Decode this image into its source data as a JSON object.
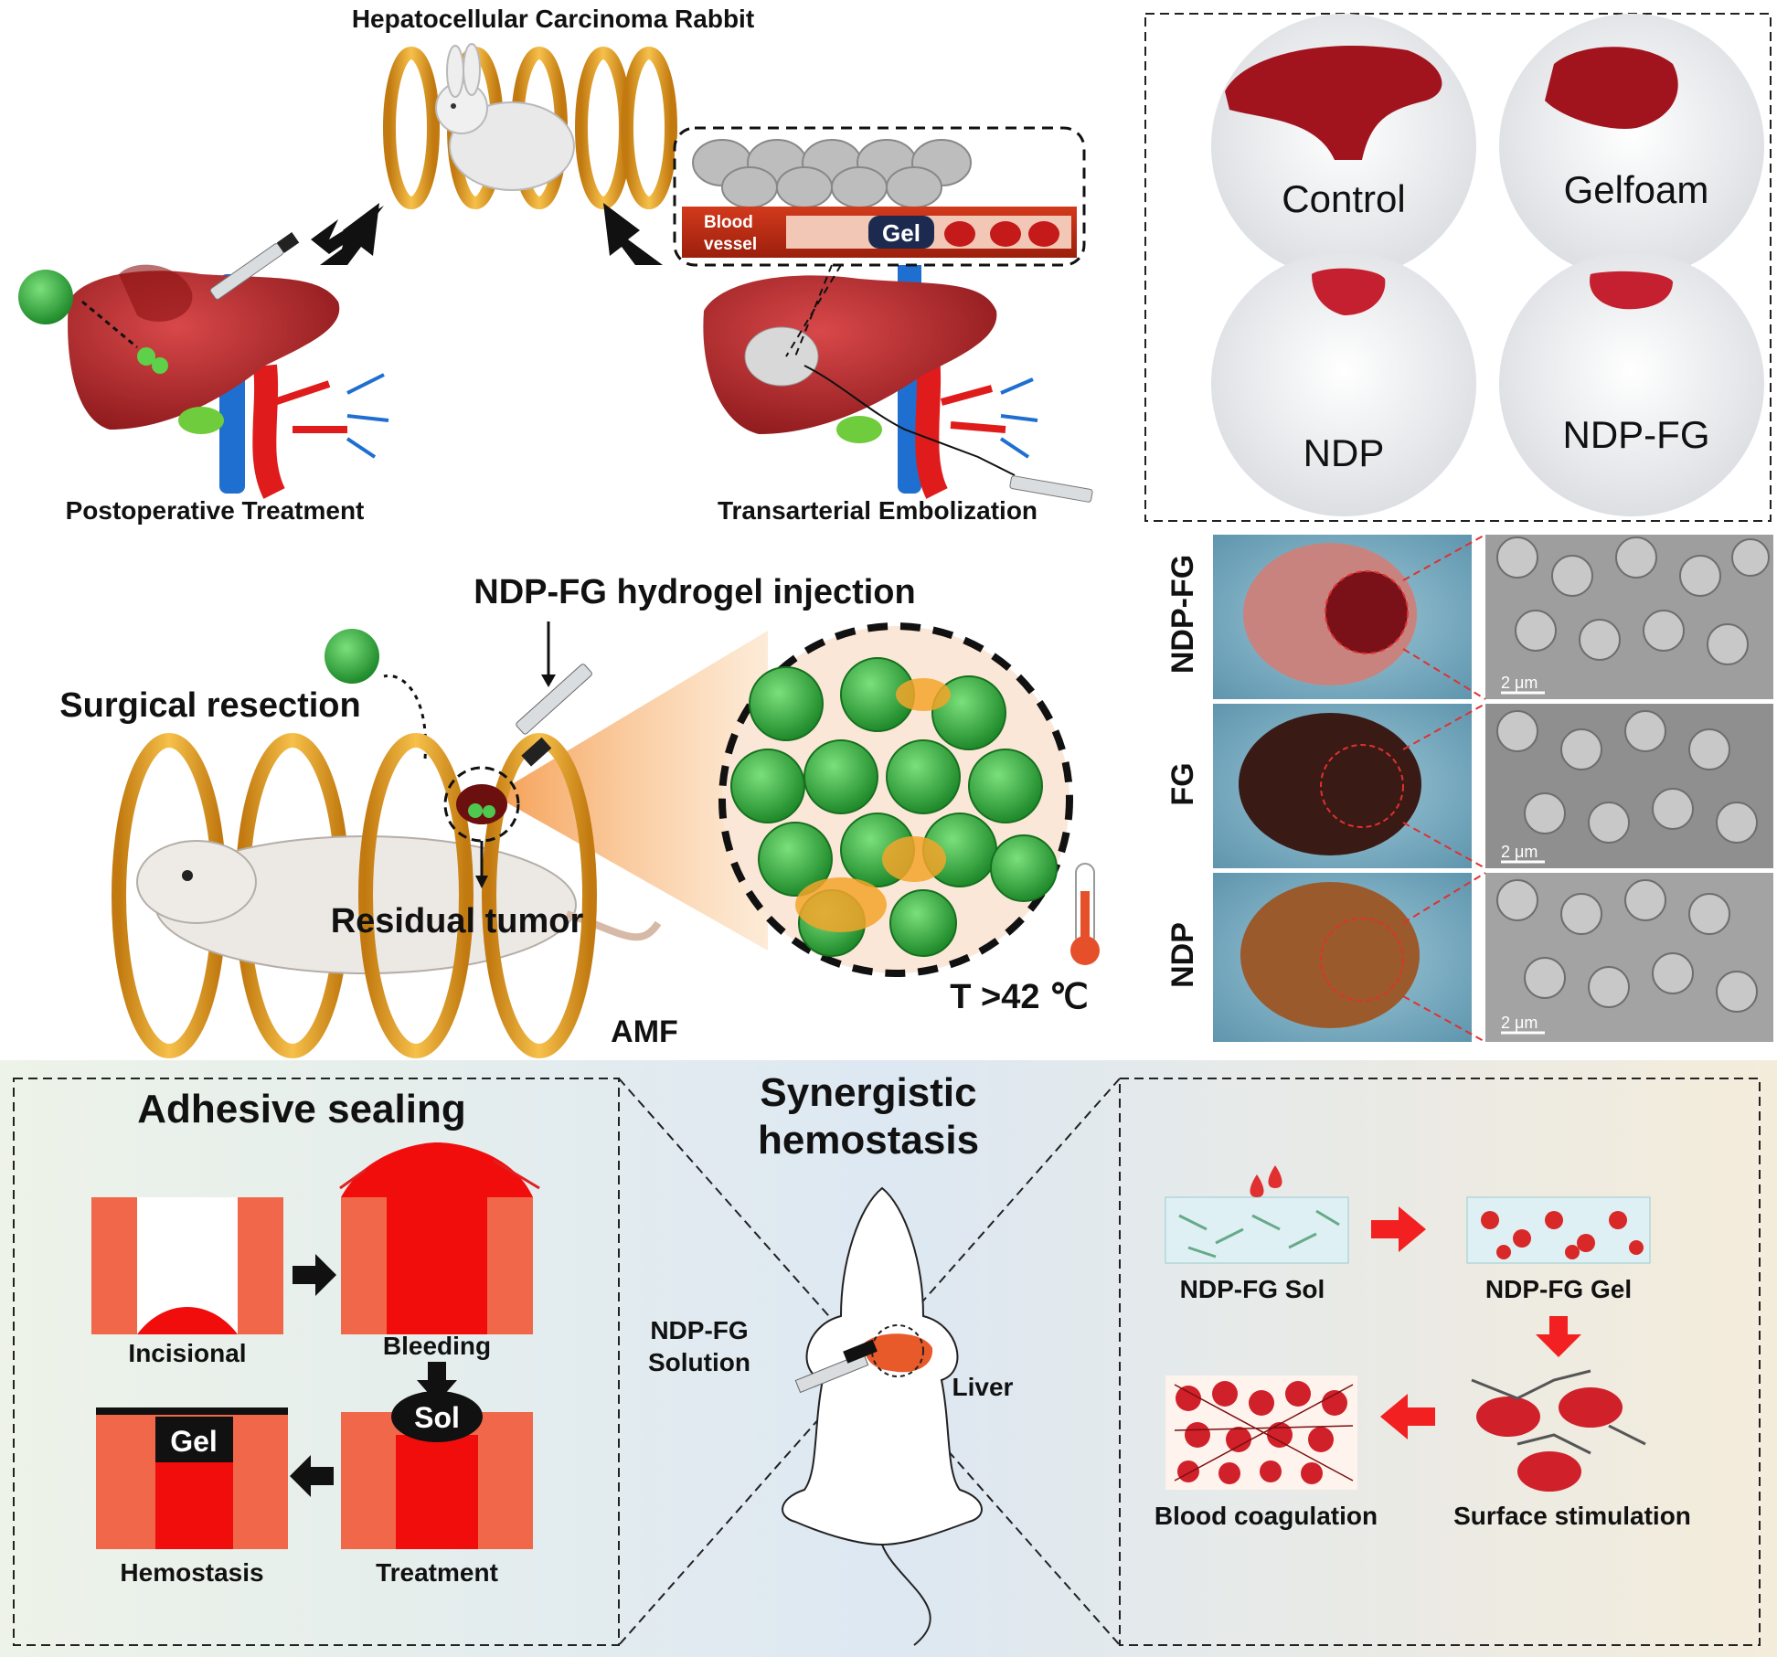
{
  "top_left": {
    "rabbit_title": "Hepatocellular Carcinoma Rabbit",
    "postoperative": "Postoperative Treatment",
    "transarterial": "Transarterial Embolization",
    "blood_vessel_line1": "Blood",
    "blood_vessel_line2": "vessel",
    "gel": "Gel"
  },
  "middle_left": {
    "injection": "NDP-FG hydrogel injection",
    "surgical": "Surgical resection",
    "residual": "Residual tumor",
    "amf": "AMF",
    "temperature": "T >42 ℃"
  },
  "photo_panel": {
    "labels": [
      "Control",
      "Gelfoam",
      "NDP",
      "NDP-FG"
    ]
  },
  "sem_panel": {
    "row_labels": [
      "NDP-FG",
      "FG",
      "NDP"
    ],
    "scale": "2 μm"
  },
  "bottom": {
    "adhesive": {
      "title": "Adhesive sealing",
      "incisional": "Incisional",
      "bleeding": "Bleeding",
      "hemostasis": "Hemostasis",
      "treatment": "Treatment",
      "gel": "Gel",
      "sol": "Sol"
    },
    "center": {
      "title_line1": "Synergistic",
      "title_line2": "hemostasis",
      "solution_line1": "NDP-FG",
      "solution_line2": "Solution",
      "liver": "Liver"
    },
    "right": {
      "sol": "NDP-FG Sol",
      "gel": "NDP-FG Gel",
      "coagulation": "Blood coagulation",
      "stimulation": "Surface stimulation"
    }
  },
  "colors": {
    "liver": "#b8282a",
    "coil": "#e8a22e",
    "tissue": "#f0674a",
    "blood": "#f20d0d",
    "tumor_green": "#3cae3c",
    "artery": "#e01b1b",
    "vein": "#1f6fd0"
  }
}
